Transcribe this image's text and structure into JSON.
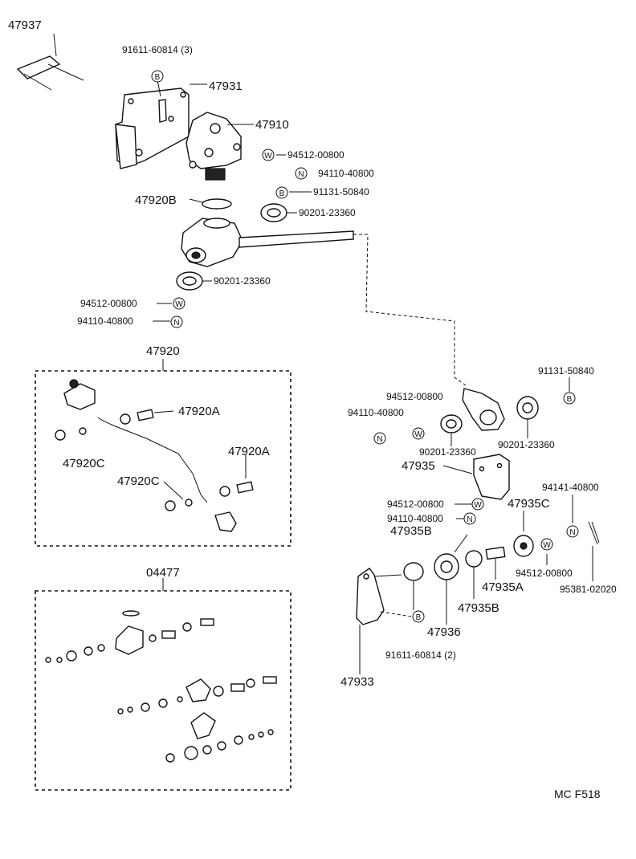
{
  "labels": {
    "p47937": "47937",
    "p91611_3": "91611-60814 (3)",
    "p47931": "47931",
    "p47910": "47910",
    "p94512_a": "94512-00800",
    "p94110_a": "94110-40800",
    "p47920B": "47920B",
    "p91131_a": "91131-50840",
    "p90201_a": "90201-23360",
    "p90201_b": "90201-23360",
    "p94512_b": "94512-00800",
    "p94110_b": "94110-40800",
    "p47920": "47920",
    "p47920A_1": "47920A",
    "p47920C_1": "47920C",
    "p47920A_2": "47920A",
    "p47920C_2": "47920C",
    "p04477": "04477",
    "p91131_b": "91131-50840",
    "p94512_c": "94512-00800",
    "p94110_c": "94110-40800",
    "p90201_c": "90201-23360",
    "p90201_d": "90201-23360",
    "p47935": "47935",
    "p94512_d": "94512-00800",
    "p94110_d": "94110-40800",
    "p94141": "94141-40800",
    "p47935C": "47935C",
    "p47935B_1": "47935B",
    "p94512_e": "94512-00800",
    "p95381": "95381-02020",
    "p47935A": "47935A",
    "p47936": "47936",
    "p47935B_2": "47935B",
    "p91611_2": "91611-60814 (2)",
    "p47933": "47933",
    "footer": "MC  F518"
  },
  "symbols": {
    "bolt": "B",
    "washer": "W",
    "nut": "N"
  },
  "icons": {
    "bolt_symbol": "circled-letter-B-icon",
    "washer_symbol": "circled-letter-W-icon",
    "nut_symbol": "circled-letter-N-icon"
  }
}
